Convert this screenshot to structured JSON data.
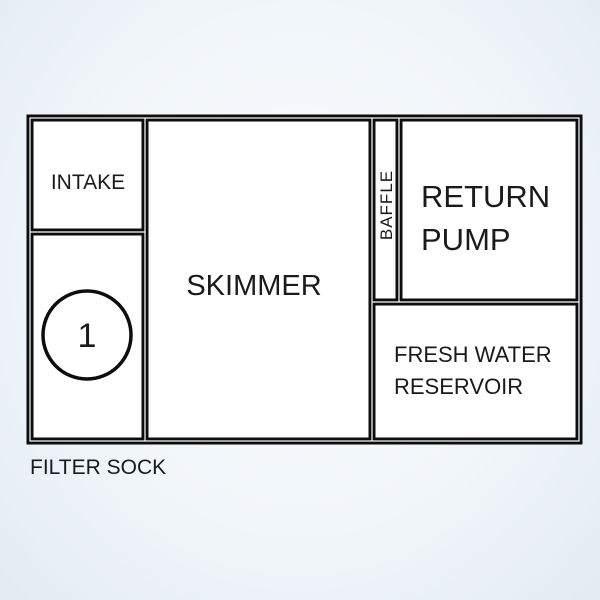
{
  "labels": {
    "intake": "INTAKE",
    "skimmer": "SKIMMER",
    "baffle": "BAFFLE",
    "return_pump_line1": "RETURN",
    "return_pump_line2": "PUMP",
    "fresh_water_line1": "FRESH WATER",
    "fresh_water_line2": "RESERVOIR",
    "filter_sock_number": "1",
    "filter_sock": "FILTER SOCK"
  },
  "colors": {
    "line": "#0d0d0d",
    "fill": "#ffffff",
    "text": "#1a1a1a"
  }
}
